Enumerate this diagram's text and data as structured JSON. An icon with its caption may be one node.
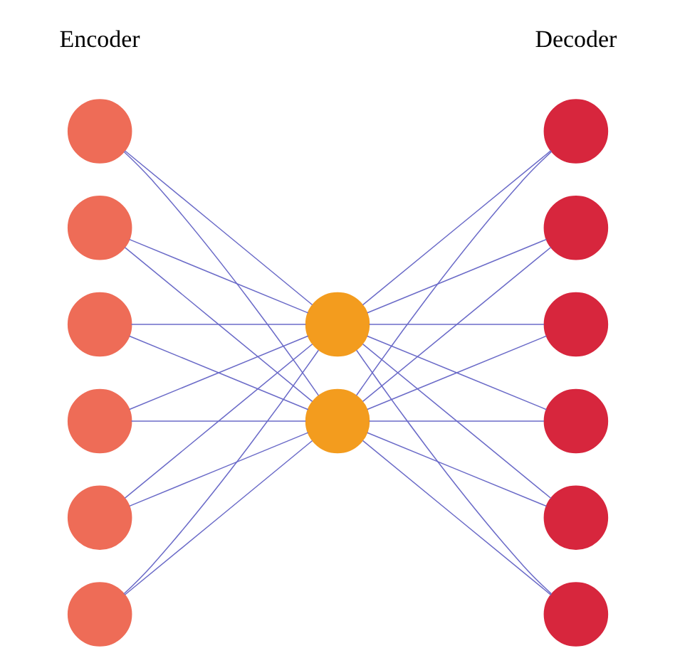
{
  "diagram": {
    "nodes": [
      {
        "text": [],
        "shape": "circle"
      },
      {
        "text": [],
        "shape": "circle"
      },
      {
        "text": [],
        "shape": "circle"
      },
      {
        "text": [],
        "shape": "circle"
      },
      {
        "text": [],
        "shape": "circle"
      },
      {
        "text": [],
        "shape": "circle"
      },
      {
        "text": [],
        "shape": "circle"
      },
      {
        "text": [],
        "shape": "circle"
      },
      {
        "text": [],
        "shape": "circle"
      },
      {
        "text": [],
        "shape": "circle"
      },
      {
        "text": [],
        "shape": "circle"
      },
      {
        "text": [],
        "shape": "circle"
      },
      {
        "text": [],
        "shape": "circle"
      },
      {
        "text": [],
        "shape": "circle"
      }
    ],
    "edges": [
      {
        "from": 0,
        "to": 6,
        "arrow": "none"
      },
      {
        "from": 0,
        "to": 7,
        "arrow": "none"
      },
      {
        "from": 1,
        "to": 6,
        "arrow": "none"
      },
      {
        "from": 1,
        "to": 7,
        "arrow": "none"
      },
      {
        "from": 2,
        "to": 6,
        "arrow": "none"
      },
      {
        "from": 2,
        "to": 7,
        "arrow": "none"
      },
      {
        "from": 3,
        "to": 6,
        "arrow": "none"
      },
      {
        "from": 3,
        "to": 7,
        "arrow": "none"
      },
      {
        "from": 4,
        "to": 6,
        "arrow": "none"
      },
      {
        "from": 4,
        "to": 7,
        "arrow": "none"
      },
      {
        "from": 5,
        "to": 6,
        "arrow": "none"
      },
      {
        "from": 5,
        "to": 7,
        "arrow": "none"
      },
      {
        "from": 6,
        "to": 8,
        "arrow": "none"
      },
      {
        "from": 6,
        "to": 9,
        "arrow": "none"
      },
      {
        "from": 6,
        "to": 10,
        "arrow": "none"
      },
      {
        "from": 6,
        "to": 11,
        "arrow": "none"
      },
      {
        "from": 6,
        "to": 12,
        "arrow": "none"
      },
      {
        "from": 6,
        "to": 13,
        "arrow": "none"
      },
      {
        "from": 7,
        "to": 8,
        "arrow": "none"
      },
      {
        "from": 7,
        "to": 9,
        "arrow": "none"
      },
      {
        "from": 7,
        "to": 10,
        "arrow": "none"
      },
      {
        "from": 7,
        "to": 11,
        "arrow": "none"
      },
      {
        "from": 7,
        "to": 12,
        "arrow": "none"
      },
      {
        "from": 7,
        "to": 13,
        "arrow": "none"
      }
    ],
    "labels": [
      "Encoder",
      "Decoder"
    ]
  }
}
